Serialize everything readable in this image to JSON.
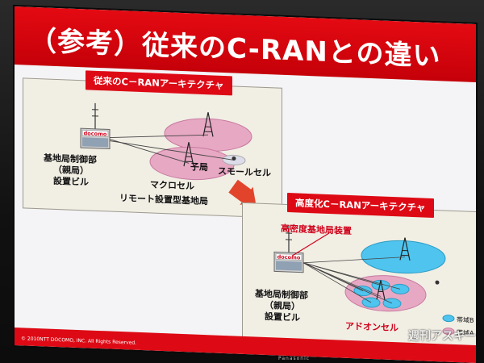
{
  "slide": {
    "title": "（参考）従来のC-RANとの違い",
    "copyright": "© 2010NTT DOCOMO, INC. All Rights Reserved."
  },
  "panel_old": {
    "label": "従来のC－RANアーキテクチャ",
    "building_logo": "docomo",
    "building_caption_1": "基地局制御部",
    "building_caption_2": "（親局）",
    "building_caption_3": "設置ビル",
    "child_station": "子局",
    "small_cell": "スモールセル",
    "macro_cell": "マクロセル",
    "remote_station": "リモート設置型基地局"
  },
  "panel_new": {
    "label": "高度化C－RANアーキテクチャ",
    "high_density": "高密度基地局装置",
    "building_logo": "docomo",
    "building_caption_1": "基地局制御部",
    "building_caption_2": "（親局）",
    "building_caption_3": "設置ビル",
    "addon_cell": "アドオンセル",
    "legend_b": "帯域B",
    "legend_a": "帯域A"
  },
  "tv": {
    "brand": "Panasonic"
  },
  "watermark": "週刊アスキー",
  "colors": {
    "red": "#dd0a15",
    "pink_cell": "#e7a8c3",
    "blue_cell": "#4ec4ee",
    "panel_bg": "#f1eee4"
  }
}
